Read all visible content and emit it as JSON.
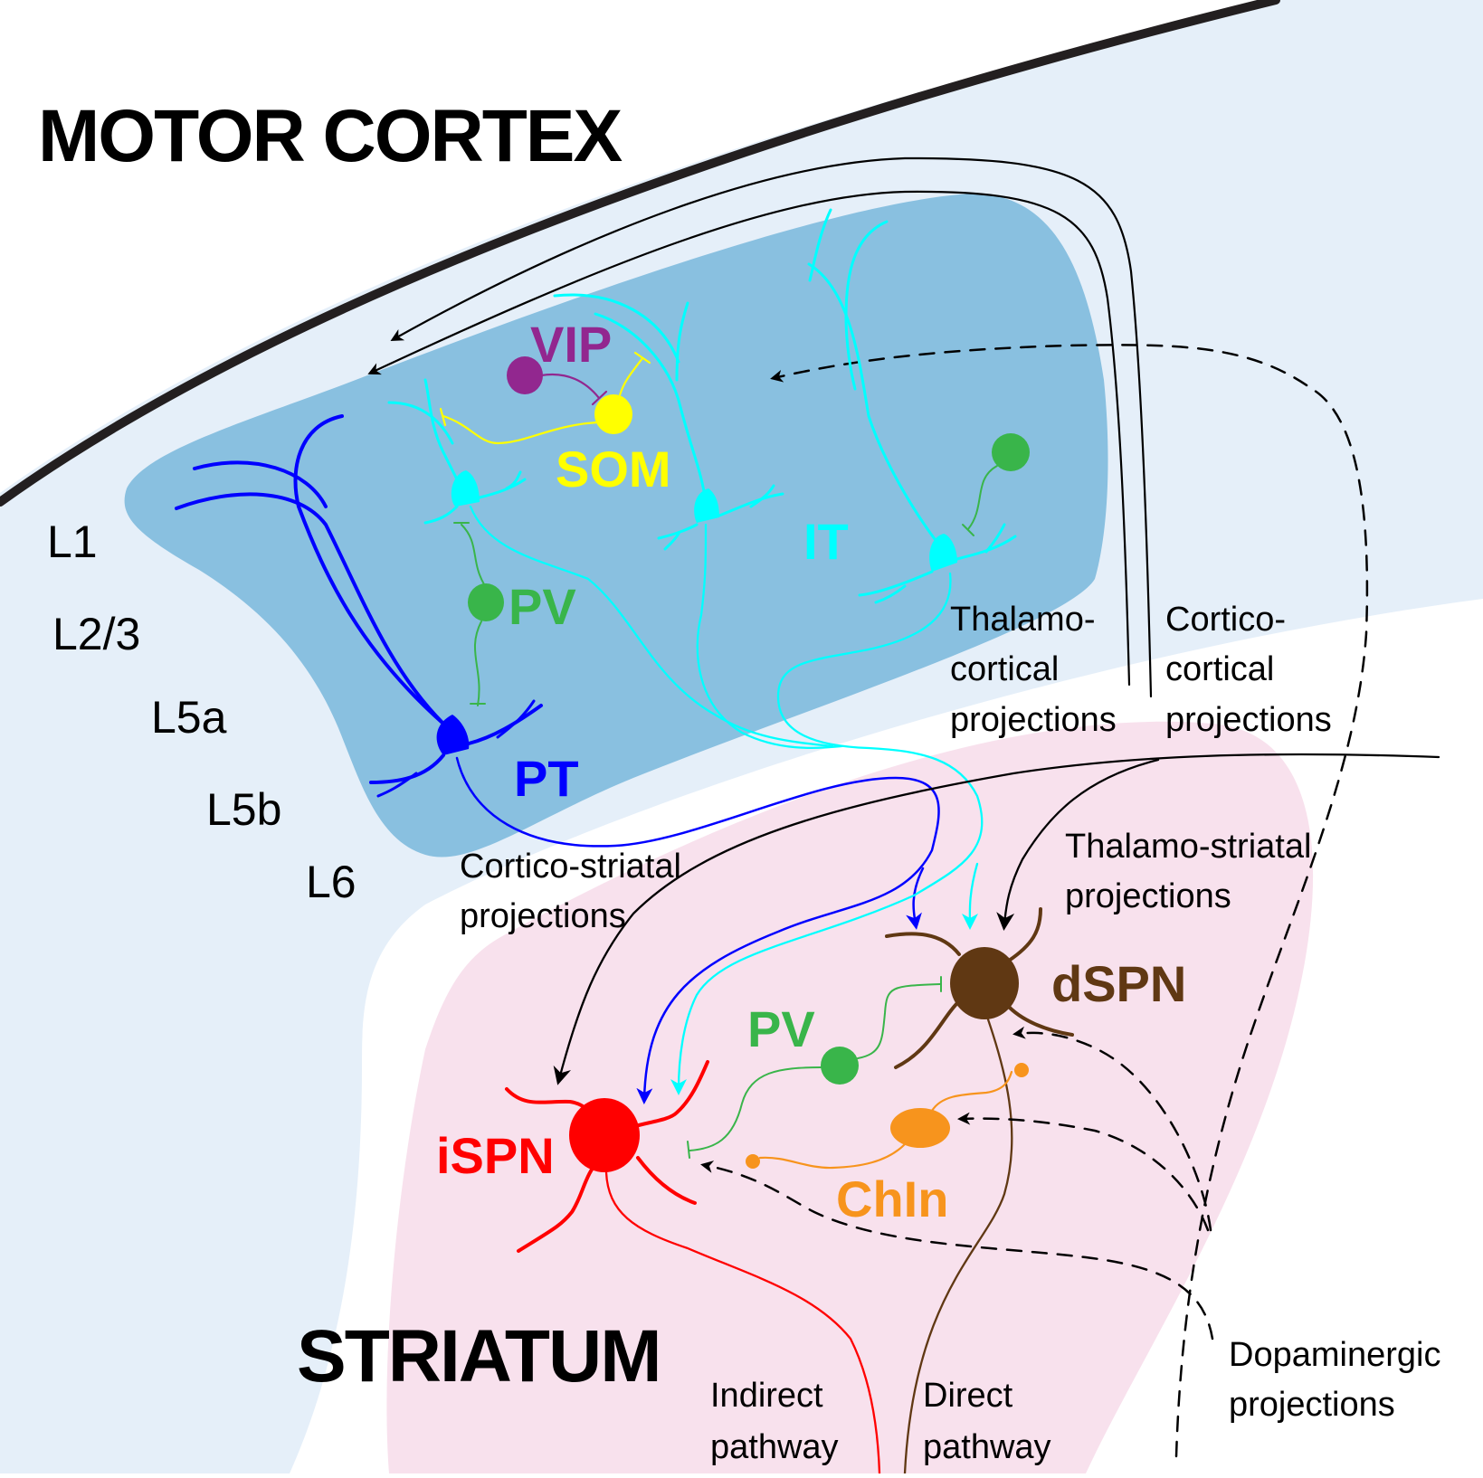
{
  "colors": {
    "cortex_bg": "#e5eff9",
    "cortex_region": "#89c0e0",
    "striatum_region": "#f8e1ed",
    "pia_line": "#231f20",
    "pt": "#0000ff",
    "it": "#00ffff",
    "vip": "#92278f",
    "som": "#ffff00",
    "pv": "#39b54a",
    "ispn": "#ff0000",
    "dspn": "#603813",
    "chin": "#f7941d",
    "projection": "#000000"
  },
  "regions": {
    "motor_cortex": "MOTOR CORTEX",
    "striatum": "STRIATUM"
  },
  "layers": [
    "L1",
    "L2/3",
    "L5a",
    "L5b",
    "L6"
  ],
  "cortex_cells": {
    "vip": "VIP",
    "som": "SOM",
    "pv": "PV",
    "it": "IT",
    "pt": "PT"
  },
  "striatum_cells": {
    "ispn": "iSPN",
    "dspn": "dSPN",
    "pv": "PV",
    "chin": "ChIn"
  },
  "projections": {
    "thalamocortical": [
      "Thalamo-",
      "cortical",
      "projections"
    ],
    "corticocortical": [
      "Cortico-",
      "cortical",
      "projections"
    ],
    "corticostriatal": [
      "Cortico-striatal",
      "projections"
    ],
    "thalamostriatal": [
      "Thalamo-striatal",
      "projections"
    ],
    "dopaminergic": [
      "Dopaminergic",
      "projections"
    ],
    "indirect": [
      "Indirect",
      "pathway"
    ],
    "direct": [
      "Direct",
      "pathway"
    ]
  }
}
